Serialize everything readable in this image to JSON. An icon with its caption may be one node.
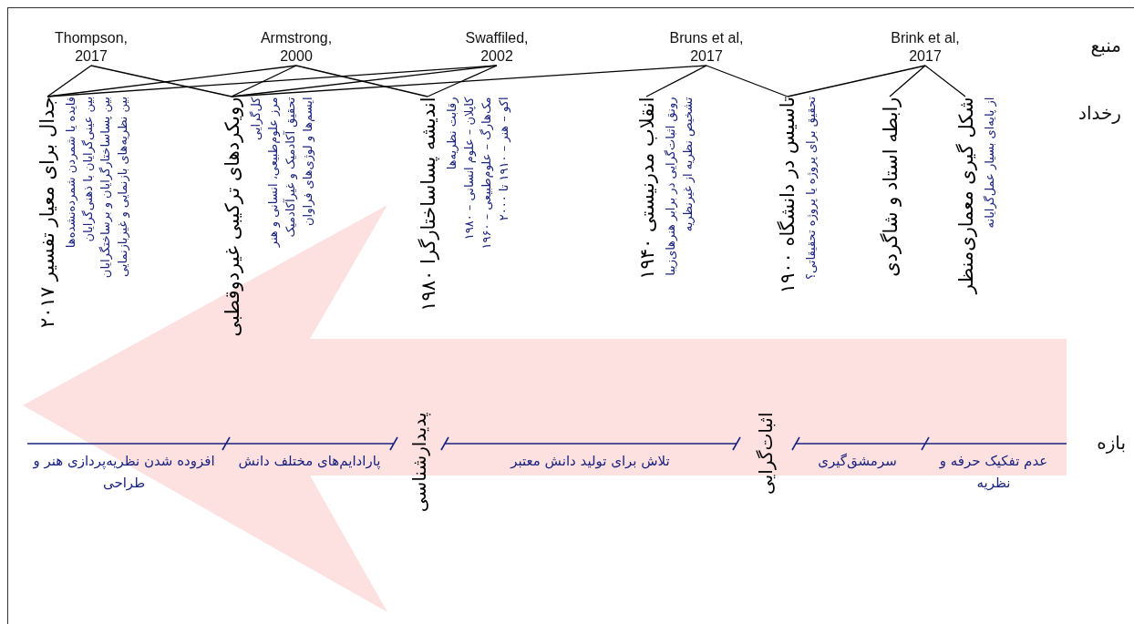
{
  "diagram": {
    "nodes": [
      {
        "text": [
          "Thompson, 2017"
        ]
      },
      {
        "text": [
          "Armstrong, 2000"
        ]
      },
      {
        "text": [
          "Swaffiled, 2002"
        ]
      },
      {
        "text": [
          "Bruns et al, 2017"
        ]
      },
      {
        "text": [
          "Brink et al, 2017"
        ]
      },
      {
        "text": [
          "جدال برای معیار تفسیر ۲۰۱۷",
          "فایده یا شمردن شمرده‌نشده‌ها",
          "بین عینی‌گرایان با ذهنی‌گرایان",
          "بین پساساختارگرایان و برساختگرایان",
          "بین نظریه‌های بازنمایی و غیربازنمایی"
        ]
      },
      {
        "text": [
          "رویکردهای ترکیبی غیردوقطبی",
          "کل‌گرایی",
          "مرز علوم‌طبیعی، انسانی و هنر",
          "تحقیق آکادمیک و غیرآکادمیک",
          "ایسم‌ها و لوژی‌های فراوان"
        ]
      },
      {
        "text": [
          "اندیشه پساساختارگرا ۱۹۸۰",
          "رقابت نظریه‌ها",
          "کاپلان – علوم انسانی – ۱۹۸۰",
          "مک‌هارگ – علوم‌طبیعی – ۱۹۶۰",
          "اکو – هنر – ۱۹۱۰ تا ۲۰۰۰"
        ]
      },
      {
        "text": [
          "انقلاب مدرنیستی ۱۹۴۰",
          "رونق اثبات‌گرایی در برابر هنرهای‌زیبا",
          "تشخیص نظریه از غیرنظریه"
        ]
      },
      {
        "text": [
          "تاسیس در دانشگاه ۱۹۰۰",
          "تحقیق برای پروژه یا پروژه تحقیقاتی؟"
        ]
      },
      {
        "text": [
          "رابطه استاد و شاگردی"
        ]
      },
      {
        "text": [
          "شکل گیری معماری‌منظر",
          "از پایه‌ای بسیار عمل‌گرایانه"
        ]
      }
    ],
    "edges": [
      {
        "from": 0,
        "to": 5,
        "arrow": "none"
      },
      {
        "from": 0,
        "to": 6,
        "arrow": "none"
      },
      {
        "from": 1,
        "to": 5,
        "arrow": "none"
      },
      {
        "from": 1,
        "to": 6,
        "arrow": "none"
      },
      {
        "from": 1,
        "to": 7,
        "arrow": "none"
      },
      {
        "from": 2,
        "to": 5,
        "arrow": "none"
      },
      {
        "from": 2,
        "to": 6,
        "arrow": "none"
      },
      {
        "from": 2,
        "to": 7,
        "arrow": "none"
      },
      {
        "from": 3,
        "to": 6,
        "arrow": "none"
      },
      {
        "from": 3,
        "to": 8,
        "arrow": "none"
      },
      {
        "from": 3,
        "to": 9,
        "arrow": "none"
      },
      {
        "from": 4,
        "to": 9,
        "arrow": "none"
      },
      {
        "from": 4,
        "to": 10,
        "arrow": "none"
      },
      {
        "from": 4,
        "to": 11,
        "arrow": "none"
      }
    ],
    "labels": [
      "منبع",
      "رخداد",
      "بازه",
      "عدم تفکیک حرفه و نظریه",
      "سرمشق‌گیری",
      "اثبات‌گرایی",
      "تلاش برای تولید دانش معتبر",
      "پدیدارشناسی",
      "پارادایم‌های مختلف دانش",
      "افزوده شدن نظریه‌پردازی هنر و طراحی"
    ]
  }
}
